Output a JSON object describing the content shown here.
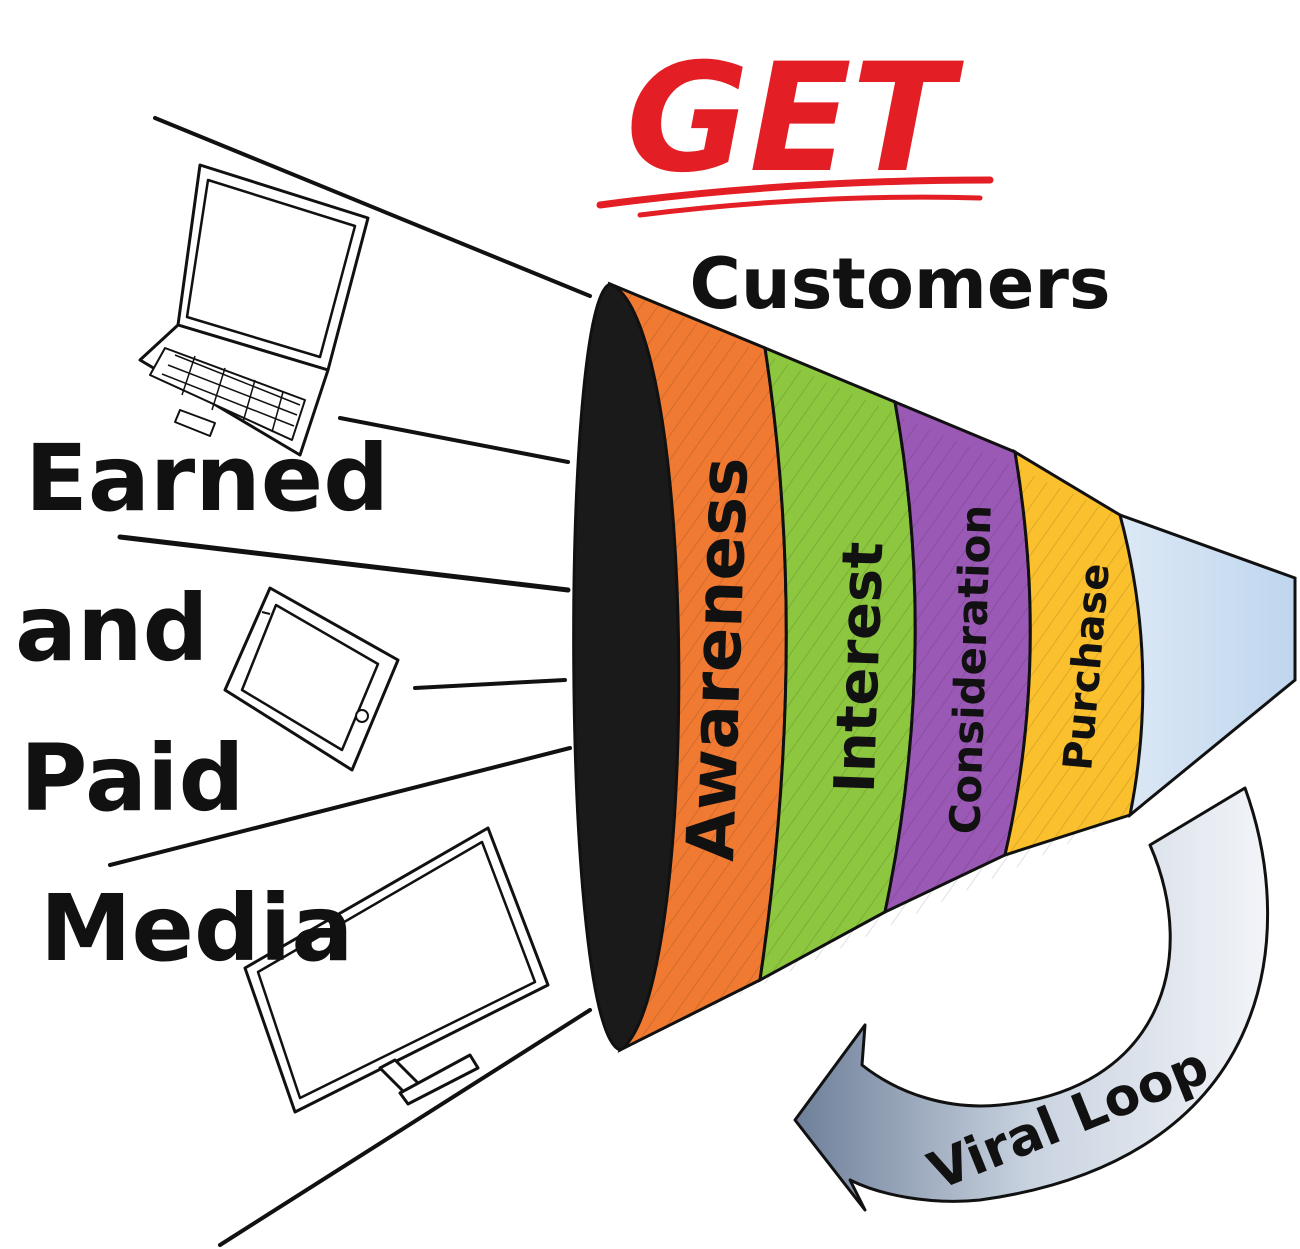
{
  "headline": {
    "get": "GET",
    "customers": "Customers"
  },
  "media_label": [
    "Earned",
    "and",
    "Paid",
    "Media"
  ],
  "funnel_stages": [
    {
      "label": "Awareness",
      "color": "#F07A32"
    },
    {
      "label": "Interest",
      "color": "#8DC63F"
    },
    {
      "label": "Consideration",
      "color": "#9B59B6"
    },
    {
      "label": "Purchase",
      "color": "#FBC02D"
    }
  ],
  "funnel_tail_color": "#CFE0F2",
  "loop_label": "Viral Loop",
  "colors": {
    "title_red": "#E31E24",
    "ink": "#111111",
    "arrow_fill": "#B9C6D6"
  },
  "devices": [
    "laptop-icon",
    "tablet-icon",
    "monitor-icon"
  ]
}
